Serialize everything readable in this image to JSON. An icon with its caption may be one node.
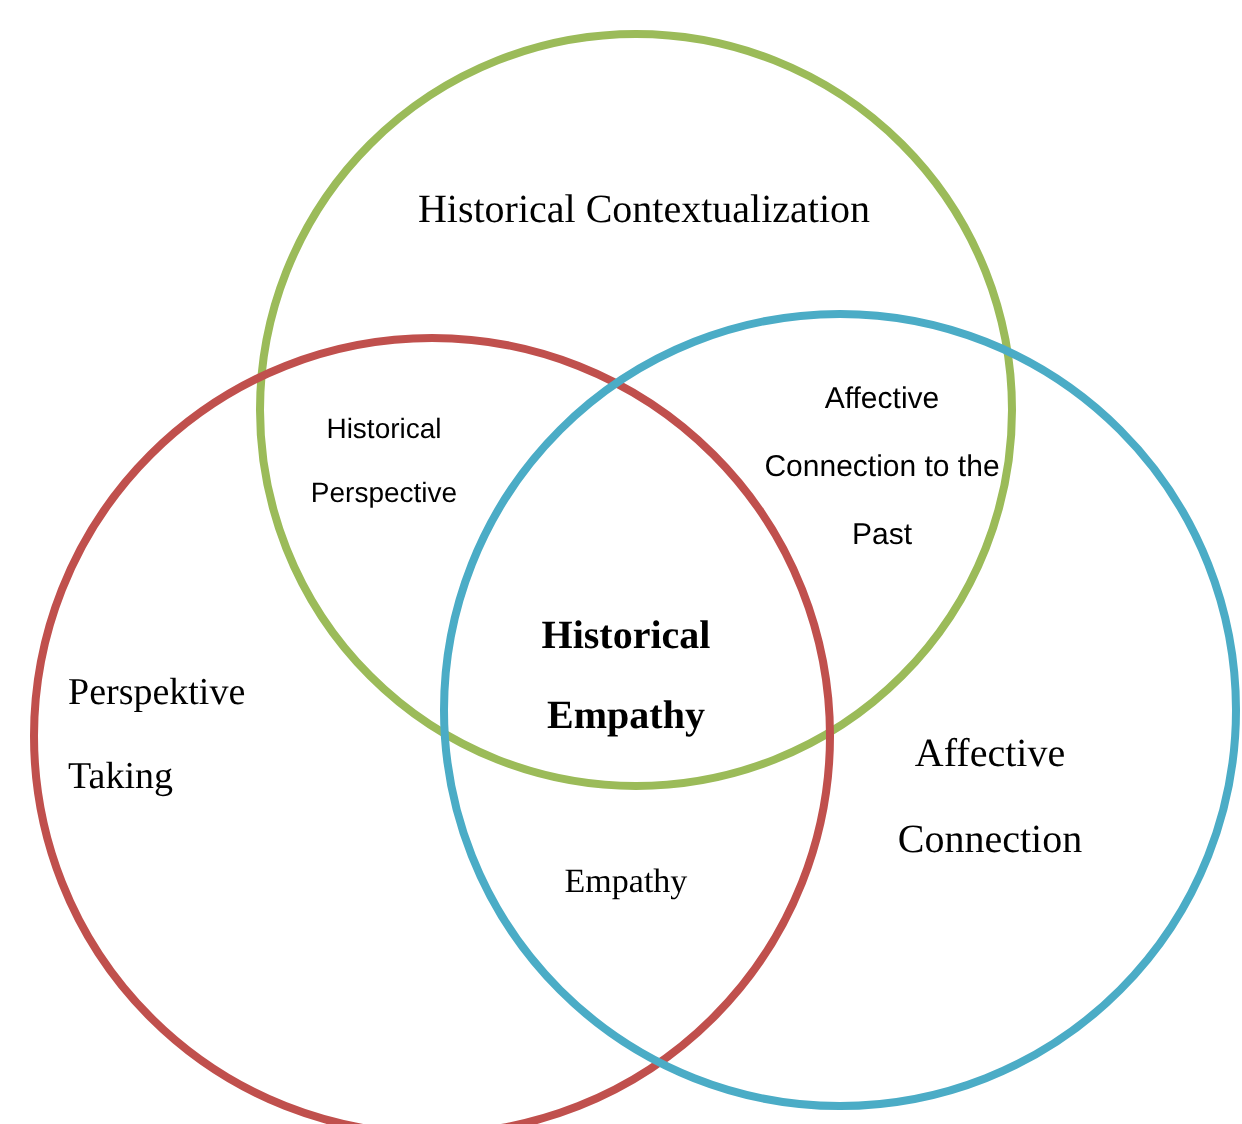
{
  "diagram": {
    "nodes": [
      {
        "text": [
          "Historical Contextualization"
        ]
      },
      {
        "text": [
          "Perspektive Taking"
        ]
      },
      {
        "text": [
          "Affective Connection"
        ]
      }
    ],
    "labels": [
      "Historical Perspective",
      "Affective Connection to the Past",
      "Historical Empathy",
      "Empathy"
    ]
  }
}
